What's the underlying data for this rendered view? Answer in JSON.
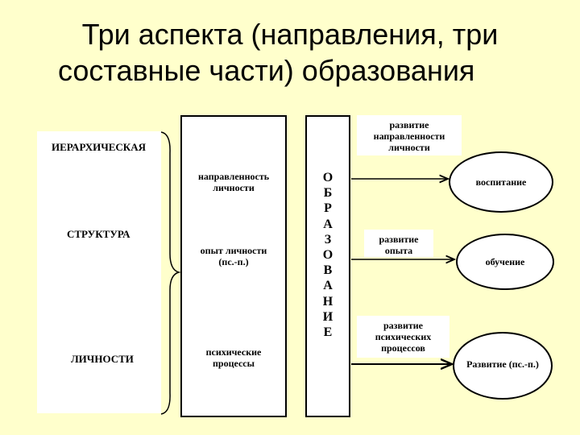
{
  "title": {
    "line1": "Три аспекта (направления, три",
    "line2": "составные части) образования"
  },
  "structure": {
    "top": "ИЕРАРХИЧЕСКАЯ",
    "middle": "СТРУКТУРА",
    "bottom": "ЛИЧНОСТИ"
  },
  "personality": {
    "orientation": "направленность личности",
    "experience": "опыт личности (пс.-п.)",
    "processes": "психические процессы"
  },
  "education": {
    "letters": [
      "О",
      "Б",
      "Р",
      "А",
      "З",
      "О",
      "В",
      "А",
      "Н",
      "И",
      "Е"
    ]
  },
  "development": {
    "orientation": "развитие направленности личности",
    "experience": "развитие опыта",
    "processes": "развитие психических процессов"
  },
  "outcomes": {
    "upbringing": "воспитание",
    "learning": "обучение",
    "development": "Развитие (пс.-п.)"
  }
}
